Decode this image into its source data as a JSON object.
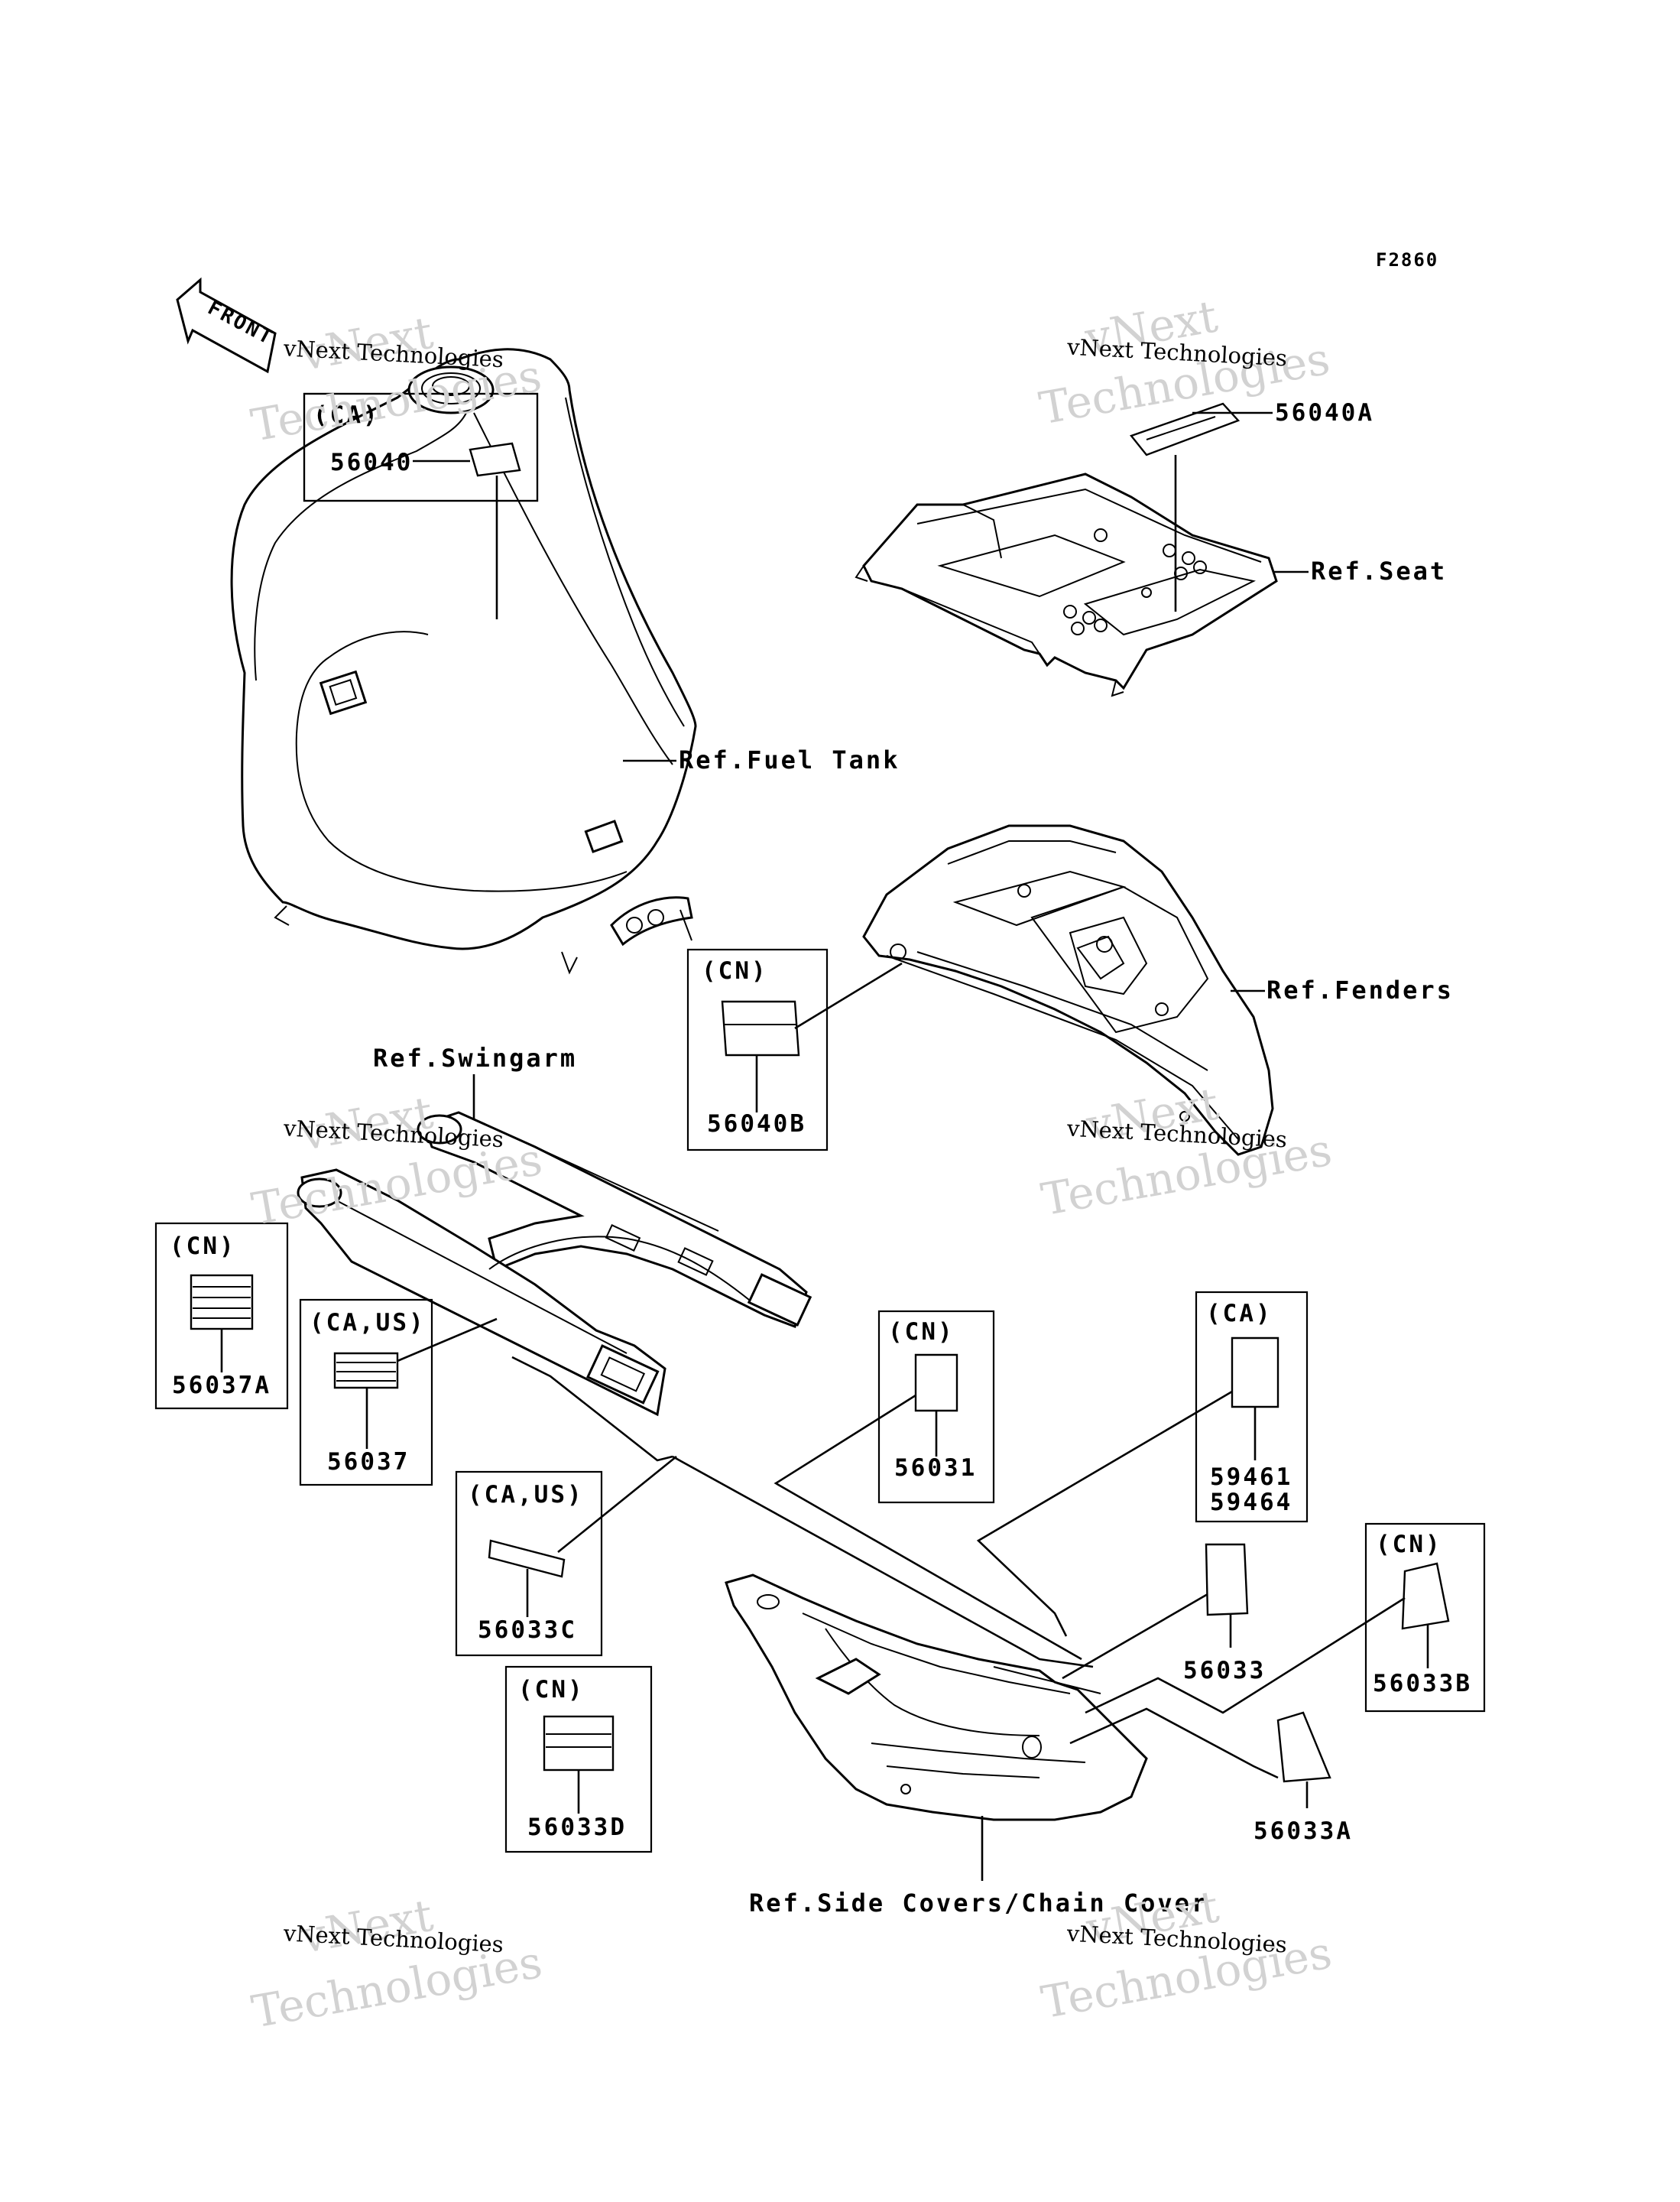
{
  "figure_code": "F2860",
  "front_marker": {
    "text": "FRONT"
  },
  "watermark": {
    "line1": "vNext",
    "line2": "Technologies",
    "small": "vNext Technologies"
  },
  "references": {
    "fuel_tank": "Ref.Fuel Tank",
    "seat": "Ref.Seat",
    "fenders": "Ref.Fenders",
    "swingarm": "Ref.Swingarm",
    "side_covers": "Ref.Side Covers/Chain Cover"
  },
  "callouts": [
    {
      "id": "56040",
      "region": "(CA)"
    },
    {
      "id": "56040A",
      "region": ""
    },
    {
      "id": "56040B",
      "region": "(CN)"
    },
    {
      "id": "56037A",
      "region": "(CN)"
    },
    {
      "id": "56037",
      "region": "(CA,US)"
    },
    {
      "id": "56033C",
      "region": "(CA,US)"
    },
    {
      "id": "56033D",
      "region": "(CN)"
    },
    {
      "id": "56031",
      "region": "(CN)"
    },
    {
      "id": "59461",
      "id2": "59464",
      "region": "(CA)"
    },
    {
      "id": "56033",
      "region": ""
    },
    {
      "id": "56033B",
      "region": "(CN)"
    },
    {
      "id": "56033A",
      "region": ""
    }
  ]
}
